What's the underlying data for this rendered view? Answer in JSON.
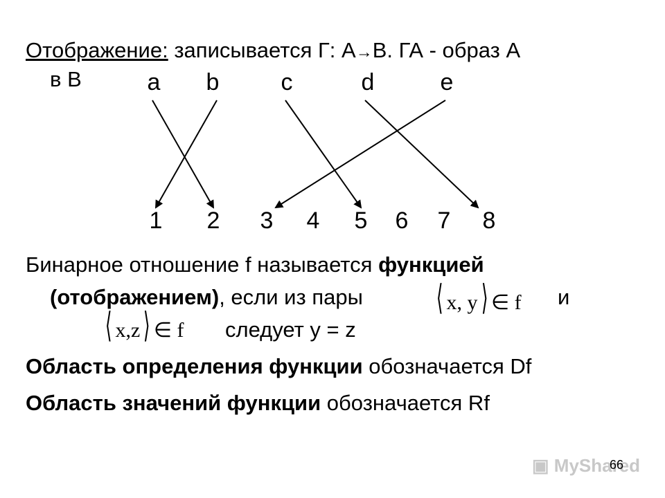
{
  "line1": {
    "term": "Отображение:",
    "text_a": "записывается Г: А",
    "arrow": "→",
    "text_b": "В. ГА - образ А",
    "cont": "в В"
  },
  "diagram": {
    "top_labels": [
      "a",
      "b",
      "c",
      "d",
      "e"
    ],
    "bottom_labels": [
      "1",
      "2",
      "3",
      "4",
      "5",
      "6",
      "7",
      "8"
    ],
    "mappings": [
      {
        "from": "a",
        "to": "2"
      },
      {
        "from": "b",
        "to": "1"
      },
      {
        "from": "c",
        "to": "5"
      },
      {
        "from": "d",
        "to": "8"
      },
      {
        "from": "e",
        "to": "3"
      }
    ]
  },
  "para2": {
    "l1_a": "Бинарное отношение f называется ",
    "l1_b": "функцией",
    "l2_a": "(отображением)",
    "l2_b": ", если из пары",
    "l2_c": "и",
    "l3": "следует y = z",
    "pair1_inner": "x, y",
    "pair2_inner": "x,z",
    "elem_of": "∈ f"
  },
  "line_df": {
    "bold": "Область определения функции",
    "rest": " обозначается Df"
  },
  "line_rf": {
    "bold": "Область значений функции",
    "rest": " обозначается  Rf"
  },
  "page_number": "66",
  "watermark": "MyShared"
}
